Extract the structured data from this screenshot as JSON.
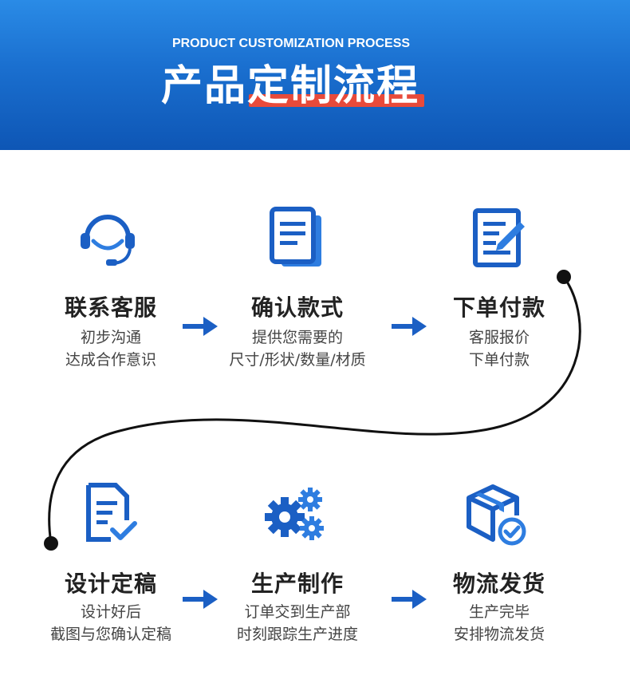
{
  "header": {
    "subtitle": "PRODUCT CUSTOMIZATION PROCESS",
    "title": "产品定制流程"
  },
  "colors": {
    "header_blue": "#1a6fcf",
    "icon_blue": "#1b5fc4",
    "underline_red": "#e84a3a",
    "text_dark": "#222222",
    "text_gray": "#444444"
  },
  "steps": [
    {
      "title": "联系客服",
      "line1": "初步沟通",
      "line2": "达成合作意识",
      "icon": "headset-icon"
    },
    {
      "title": "确认款式",
      "line1": "提供您需要的",
      "line2": "尺寸/形状/数量/材质",
      "icon": "document-stack-icon"
    },
    {
      "title": "下单付款",
      "line1": "客服报价",
      "line2": "下单付款",
      "icon": "pen-document-icon"
    },
    {
      "title": "设计定稿",
      "line1": "设计好后",
      "line2": "截图与您确认定稿",
      "icon": "document-check-icon"
    },
    {
      "title": "生产制作",
      "line1": "订单交到生产部",
      "line2": "时刻跟踪生产进度",
      "icon": "gears-icon"
    },
    {
      "title": "物流发货",
      "line1": "生产完毕",
      "line2": "安排物流发货",
      "icon": "package-check-icon"
    }
  ]
}
